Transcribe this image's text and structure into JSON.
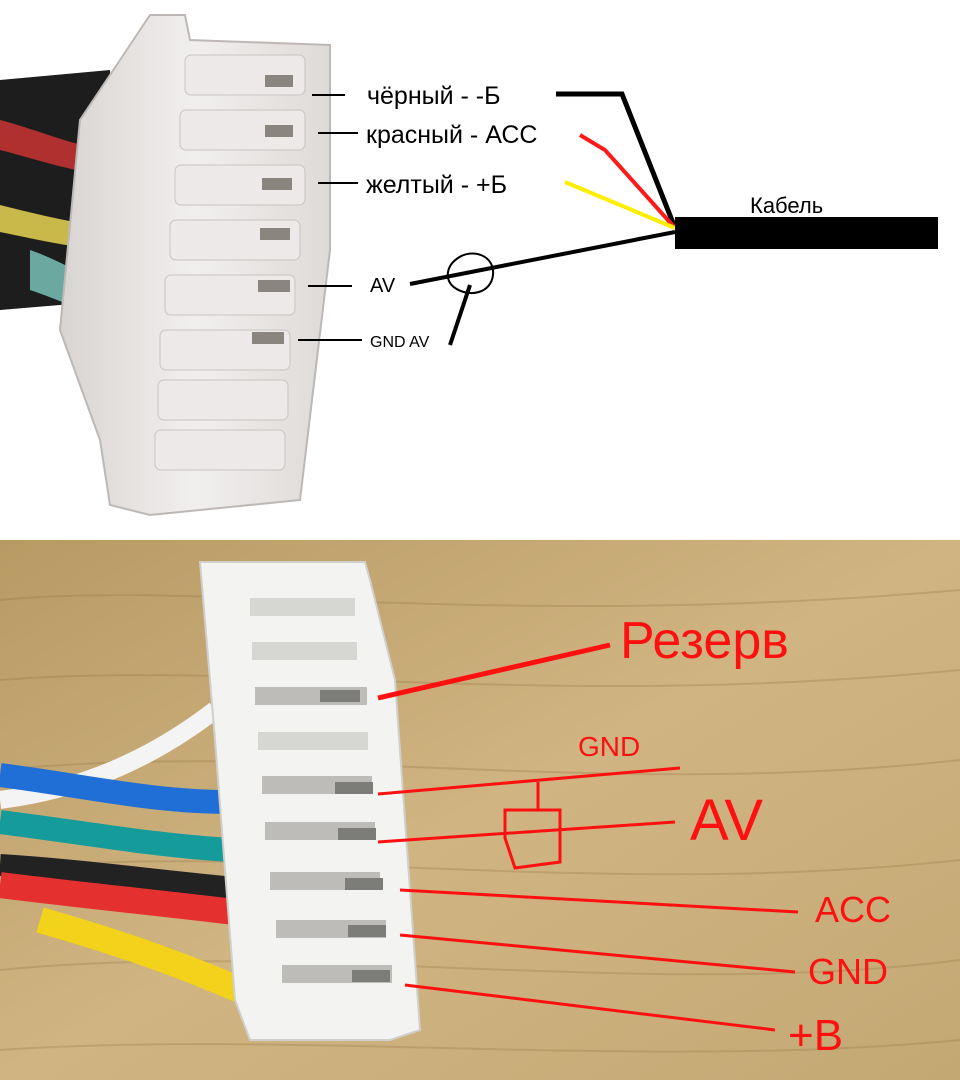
{
  "top": {
    "labels": {
      "black": "чёрный - -Б",
      "red": "красный - АСС",
      "yellow": "желтый - +Б",
      "av": "AV",
      "gnd_av": "GND AV",
      "cable": "Кабель"
    },
    "colors": {
      "black": "#000000",
      "red": "#ff1a1a",
      "yellow": "#ffee00",
      "cable": "#000000"
    }
  },
  "bottom": {
    "labels": {
      "reserve": "Резерв",
      "gnd_small": "GND",
      "av": "AV",
      "acc": "ACC",
      "gnd": "GND",
      "plus_b": "+B"
    },
    "colors": {
      "annotation": "#ff1010",
      "background_wood": "#c9ae7c"
    },
    "wire_colors": [
      "#ffffff",
      "#1f6fd6",
      "#159c9a",
      "#222222",
      "#e53030",
      "#f2d21a"
    ]
  }
}
